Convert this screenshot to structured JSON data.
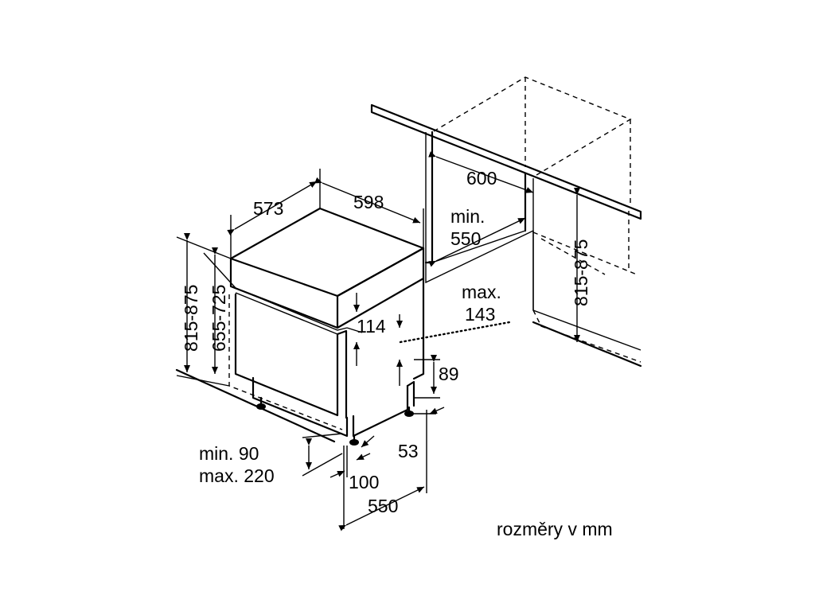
{
  "labels": {
    "width_598": "598",
    "depth_573": "573",
    "height_815_875_left": "815-875",
    "height_655_725": "655-725",
    "panel_114": "114",
    "max_label": "max.",
    "max_143": "143",
    "plinth_89": "89",
    "foot_53": "53",
    "min_90": "min. 90",
    "max_220": "max. 220",
    "offset_100": "100",
    "depth_550_bottom": "550",
    "niche_600": "600",
    "niche_min_label": "min.",
    "niche_550": "550",
    "niche_height_815_875": "815-875",
    "units_note": "rozměry v mm"
  }
}
